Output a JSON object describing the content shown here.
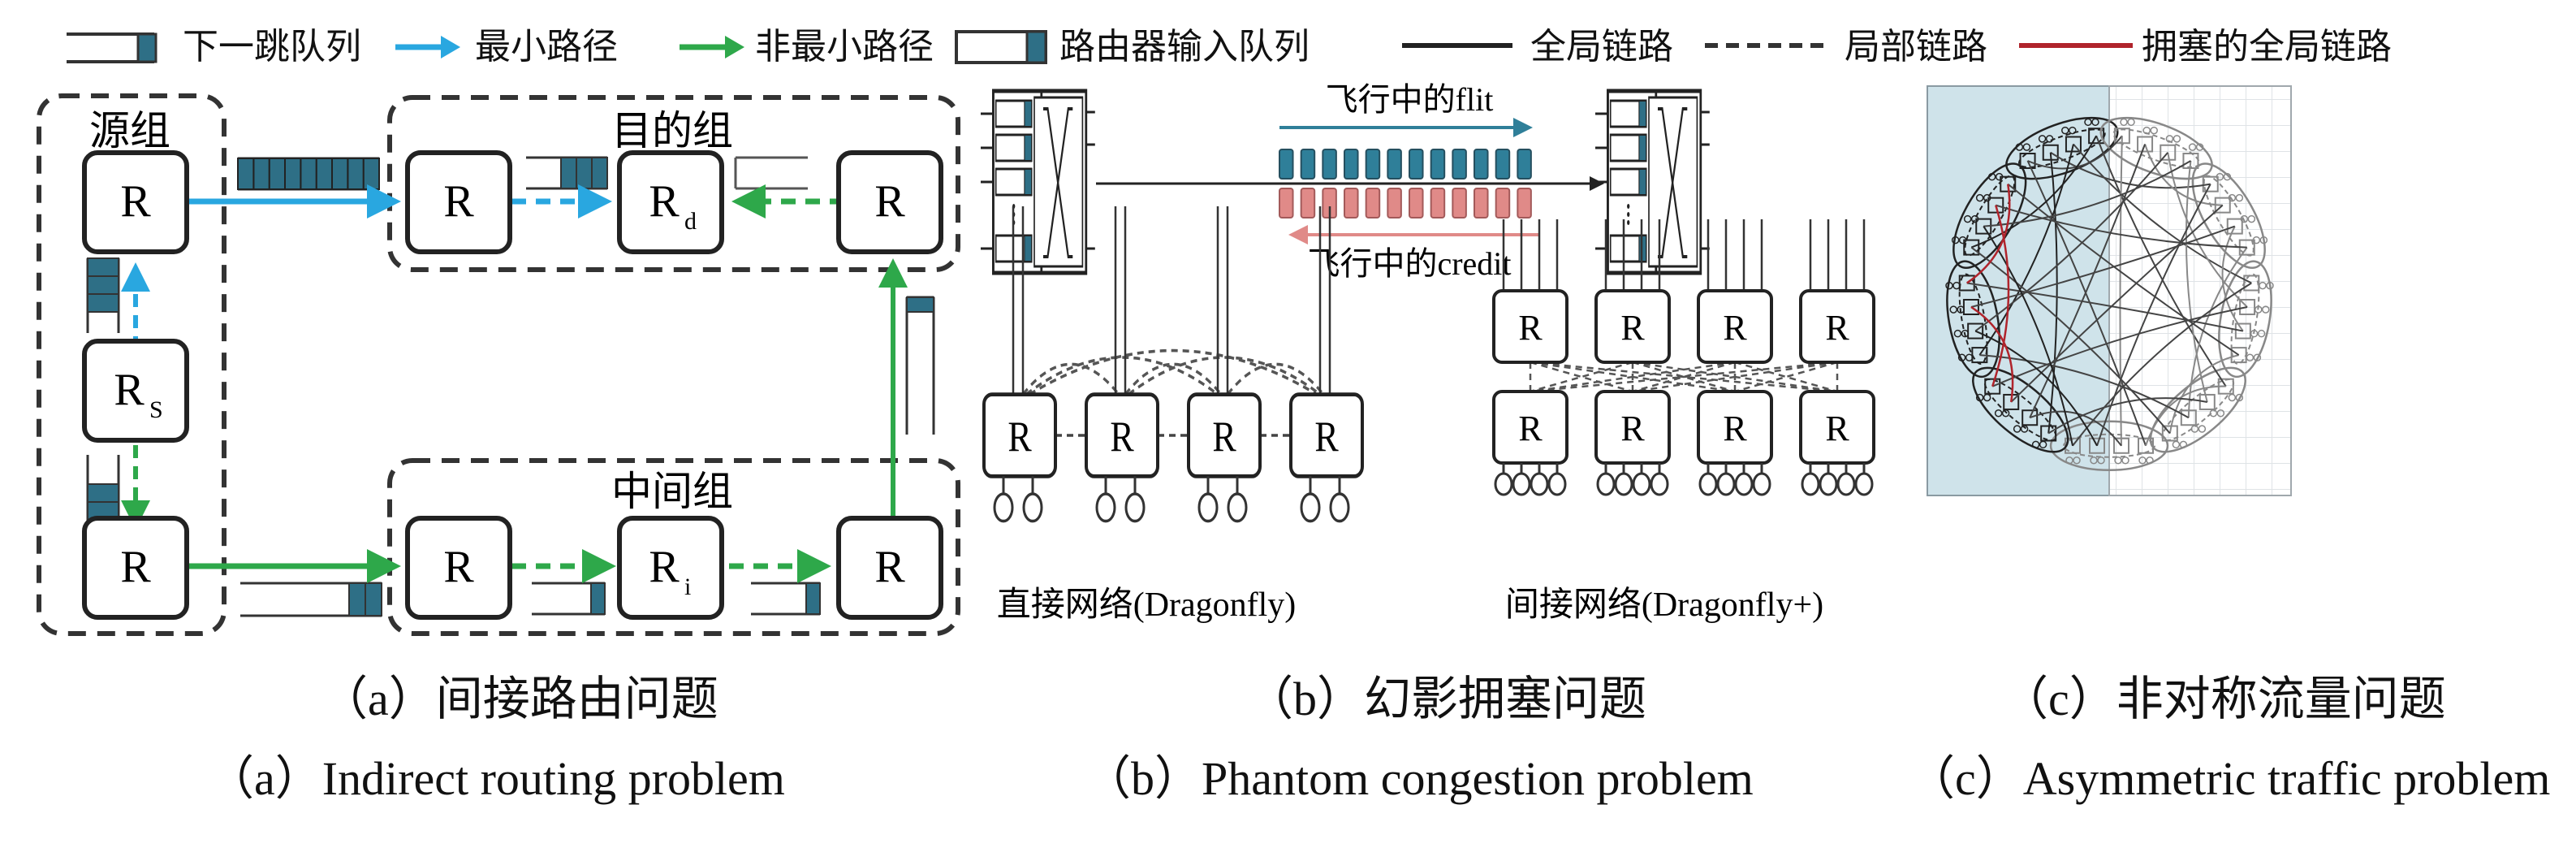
{
  "legend": {
    "items": [
      {
        "icon": "next-hop-queue-icon",
        "label": "下一跳队列"
      },
      {
        "icon": "minimal-path-arrow-icon",
        "label": "最小路径"
      },
      {
        "icon": "non-minimal-path-arrow-icon",
        "label": "非最小路径"
      },
      {
        "icon": "router-input-queue-icon",
        "label": "路由器输入队列"
      },
      {
        "icon": "global-link-line-icon",
        "label": "全局链路"
      },
      {
        "icon": "local-link-dashed-icon",
        "label": "局部链路"
      },
      {
        "icon": "congested-global-link-icon",
        "label": "拥塞的全局链路"
      }
    ]
  },
  "colors": {
    "queue_fill": "#2e6f86",
    "minimal_path": "#29a7e0",
    "non_minimal_path": "#2ea84a",
    "congested_link": "#b0242c",
    "credit": "#e08a88",
    "panel_c_left_bg": "#cfe3ea"
  },
  "panel_a": {
    "groups": {
      "source": "源组",
      "destination": "目的组",
      "intermediate": "中间组"
    },
    "routers": {
      "source_top": {
        "label": "R",
        "sub": ""
      },
      "source_mid": {
        "label": "R",
        "sub": "S"
      },
      "source_bottom": {
        "label": "R",
        "sub": ""
      },
      "dest_left": {
        "label": "R",
        "sub": ""
      },
      "dest_mid": {
        "label": "R",
        "sub": "d"
      },
      "dest_right": {
        "label": "R",
        "sub": ""
      },
      "inter_left": {
        "label": "R",
        "sub": ""
      },
      "inter_mid": {
        "label": "R",
        "sub": "i"
      },
      "inter_right": {
        "label": "R",
        "sub": ""
      }
    },
    "queues": {
      "global_min_occupancy": 9,
      "rs_up_occupancy": 3,
      "rs_down_occupancy": 3,
      "global_nonmin_occupancy": 2,
      "dest_left_to_rd_occupancy": 3,
      "dest_right_to_rd_occupancy": 0,
      "inter_left_to_ri_occupancy": 1,
      "inter_ri_to_right_occupancy": 1,
      "inter_to_dest_occupancy": 1
    }
  },
  "panel_b": {
    "flit_label": "飞行中的flit",
    "credit_label": "飞行中的credit",
    "flits_in_flight": 12,
    "credits_in_flight": 12,
    "direct_network_label": "直接网络(Dragonfly)",
    "indirect_network_label": "间接网络(Dragonfly+)",
    "router_label": "R"
  },
  "panel_c": {
    "groups": 9,
    "routers_per_group": 4
  },
  "captions": {
    "a_cn": "（a）间接路由问题",
    "a_en": "（a）Indirect routing problem",
    "b_cn": "（b）幻影拥塞问题",
    "b_en": "（b）Phantom congestion problem",
    "c_cn": "（c）非对称流量问题",
    "c_en": "（c）Asymmetric traffic problem"
  }
}
